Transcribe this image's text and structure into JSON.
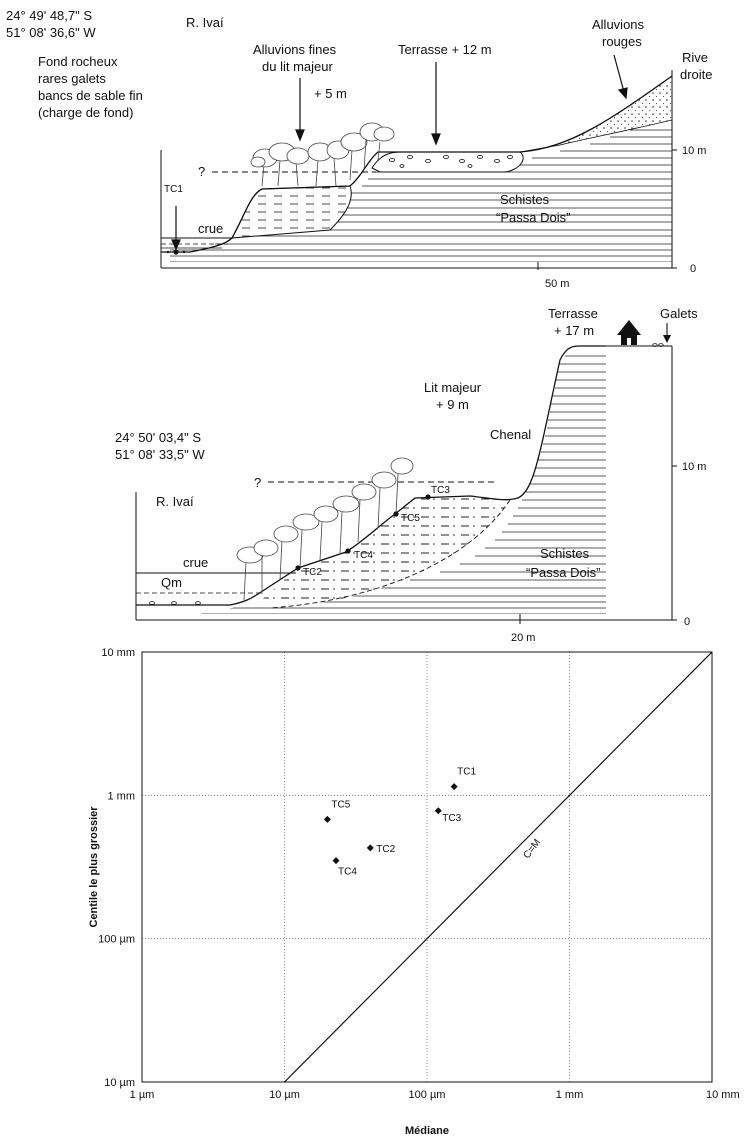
{
  "section1": {
    "coords": [
      "24° 49' 48,7\" S",
      "51° 08' 36,6\" W"
    ],
    "river": "R. Ivaí",
    "bed_note": [
      "Fond rocheux",
      "rares galets",
      "bancs de sable fin",
      "(charge de fond)"
    ],
    "fine_alluvium": [
      "Alluvions fines",
      "du lit majeur"
    ],
    "fine_alluvium_height": "+ 5 m",
    "terrace": "Terrasse + 12 m",
    "red_alluvium": [
      "Alluvions",
      "rouges"
    ],
    "right_bank": [
      "Rive",
      "droite"
    ],
    "question": "?",
    "sample": "TC1",
    "flood": "crue",
    "schist": [
      "Schistes",
      "“Passa Dois”"
    ],
    "scale_h": "50 m",
    "scale_v_top": "10 m",
    "scale_v_zero": "0"
  },
  "section2": {
    "coords": [
      "24° 50' 03,4\" S",
      "51° 08' 33,5\" W"
    ],
    "river": "R. Ivaí",
    "terrace": [
      "Terrasse",
      "+ 17 m"
    ],
    "pebbles": "Galets",
    "major_bed": [
      "Lit majeur",
      "+ 9 m"
    ],
    "channel": "Chenal",
    "question": "?",
    "flood": "crue",
    "qm": "Qm",
    "samples": [
      "TC2",
      "TC4",
      "TC5",
      "TC3"
    ],
    "schist": [
      "Schistes",
      "“Passa Dois”"
    ],
    "scale_h": "20 m",
    "scale_v_top": "10 m",
    "scale_v_zero": "0"
  },
  "chart_data": {
    "type": "scatter",
    "x_scale": "log",
    "y_scale": "log",
    "xlabel": "Médiane",
    "ylabel": "Centile le plus grossier",
    "xlim_mm": [
      0.001,
      10
    ],
    "ylim_mm": [
      0.01,
      10
    ],
    "x_ticks": [
      {
        "value": 0.001,
        "label": "1 µm"
      },
      {
        "value": 0.01,
        "label": "10 µm"
      },
      {
        "value": 0.1,
        "label": "100 µm"
      },
      {
        "value": 1,
        "label": "1 mm"
      },
      {
        "value": 10,
        "label": "10 mm"
      }
    ],
    "y_ticks": [
      {
        "value": 0.01,
        "label": "10 µm"
      },
      {
        "value": 0.1,
        "label": "100 µm"
      },
      {
        "value": 1,
        "label": "1 mm"
      },
      {
        "value": 10,
        "label": "10 mm"
      }
    ],
    "points": [
      {
        "label": "TC1",
        "median_mm": 0.155,
        "coarsest_mm": 1.15
      },
      {
        "label": "TC3",
        "median_mm": 0.12,
        "coarsest_mm": 0.78
      },
      {
        "label": "TC5",
        "median_mm": 0.02,
        "coarsest_mm": 0.68
      },
      {
        "label": "TC2",
        "median_mm": 0.04,
        "coarsest_mm": 0.43
      },
      {
        "label": "TC4",
        "median_mm": 0.023,
        "coarsest_mm": 0.35
      }
    ],
    "reference_line": {
      "label": "C=M",
      "from_mm": 0.01,
      "to_mm": 10
    },
    "grid": true,
    "legend": "none"
  }
}
